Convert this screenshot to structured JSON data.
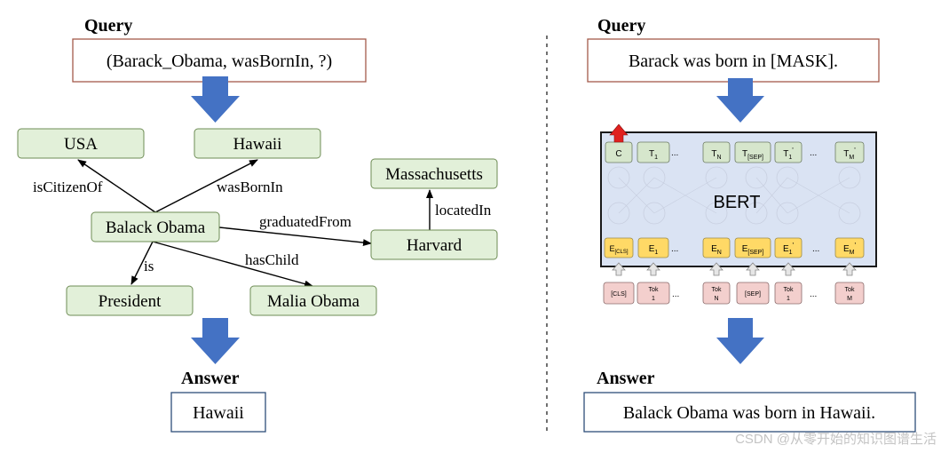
{
  "left": {
    "query_label": "Query",
    "query_text": "(Barack_Obama, wasBornIn, ?)",
    "answer_label": "Answer",
    "answer_text": "Hawaii",
    "nodes": {
      "usa": "USA",
      "hawaii": "Hawaii",
      "massachusetts": "Massachusetts",
      "balack_obama": "Balack Obama",
      "harvard": "Harvard",
      "president": "President",
      "malia_obama": "Malia Obama"
    },
    "edges": {
      "is_citizen_of": "isCitizenOf",
      "was_born_in": "wasBornIn",
      "located_in": "locatedIn",
      "graduated_from": "graduatedFrom",
      "is": "is",
      "has_child": "hasChild"
    }
  },
  "right": {
    "query_label": "Query",
    "query_text": "Barack was born in [MASK].",
    "answer_label": "Answer",
    "answer_text": "Balack Obama was born in Hawaii.",
    "bert": {
      "label": "BERT",
      "ellipsis": "...",
      "outputs": [
        {
          "main": "C",
          "sub": ""
        },
        {
          "main": "T",
          "sub": "1"
        },
        {
          "main": "T",
          "sub": "N"
        },
        {
          "main": "T",
          "sub": "[SEP]"
        },
        {
          "main": "T",
          "sub": "1",
          "prime": "'"
        },
        {
          "main": "T",
          "sub": "M",
          "prime": "'"
        }
      ],
      "embeddings": [
        {
          "main": "E",
          "sub": "[CLS]"
        },
        {
          "main": "E",
          "sub": "1"
        },
        {
          "main": "E",
          "sub": "N"
        },
        {
          "main": "E",
          "sub": "[SEP]"
        },
        {
          "main": "E",
          "sub": "1",
          "prime": "'"
        },
        {
          "main": "E",
          "sub": "M",
          "prime": "'"
        }
      ],
      "tokens": [
        {
          "top": "[CLS]",
          "bottom": ""
        },
        {
          "top": "Tok",
          "bottom": "1"
        },
        {
          "top": "Tok",
          "bottom": "N"
        },
        {
          "top": "[SEP]",
          "bottom": ""
        },
        {
          "top": "Tok",
          "bottom": "1"
        },
        {
          "top": "Tok",
          "bottom": "M"
        }
      ]
    }
  },
  "watermark": "CSDN @从零开始的知识图谱生活",
  "colors": {
    "node_fill": "#e2f0d9",
    "arrow_blue": "#4472c4",
    "query_border": "#a35a4a",
    "answer_border": "#2e4f7a",
    "bert_bg": "#dae3f3",
    "cls_arrow": "#e0201e"
  }
}
